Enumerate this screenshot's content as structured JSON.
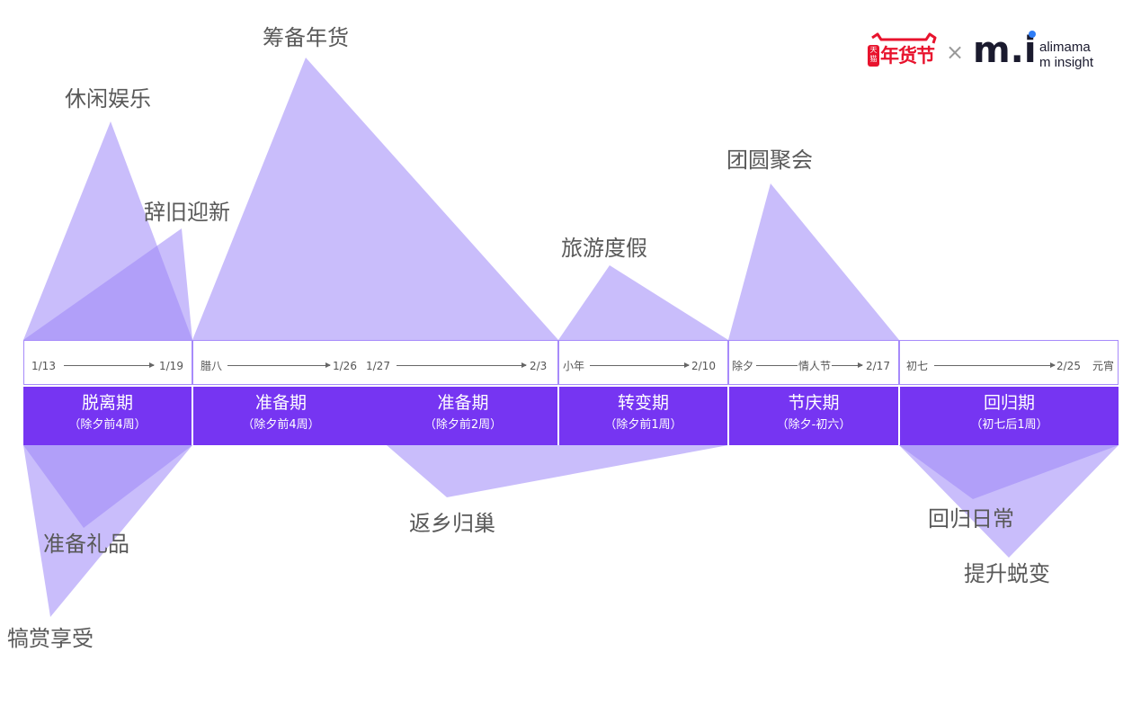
{
  "colors": {
    "triangle": "#b4a3fb",
    "phase": "#7635f2",
    "border": "#a78bfa"
  },
  "peaks": [
    {
      "label": "休闲娱乐"
    },
    {
      "label": "辞旧迎新"
    },
    {
      "label": "筹备年货"
    },
    {
      "label": "旅游度假"
    },
    {
      "label": "团圆聚会"
    }
  ],
  "troughs": [
    {
      "label": "准备礼品"
    },
    {
      "label": "犒赏享受"
    },
    {
      "label": "返乡归巢"
    },
    {
      "label": "回归日常"
    },
    {
      "label": "提升蜕变"
    }
  ],
  "timeline": [
    {
      "start": "1/13",
      "end": "1/19"
    },
    {
      "start": "腊八",
      "end": "1/26",
      "start2": "1/27",
      "end2": "2/3"
    },
    {
      "start": "小年",
      "end": "2/10"
    },
    {
      "start": "除夕",
      "mid": "情人节",
      "end": "2/17"
    },
    {
      "start": "初七",
      "end": "2/25",
      "extra": "元宵"
    }
  ],
  "phases": [
    {
      "name": "脱离期",
      "sub": "（除夕前4周）"
    },
    {
      "name": "准备期",
      "sub": "（除夕前4周）"
    },
    {
      "name": "准备期",
      "sub": "（除夕前2周）"
    },
    {
      "name": "转变期",
      "sub": "（除夕前1周）"
    },
    {
      "name": "节庆期",
      "sub": "（除夕-初六）"
    },
    {
      "name": "回归期",
      "sub": "（初七后1周）"
    }
  ],
  "logos": {
    "tmall_text": "年货节",
    "tmall_badge": "天猫",
    "cross": "×",
    "mi_text": "m.i",
    "brand_line1": "alimama",
    "brand_line2": "m insight"
  }
}
